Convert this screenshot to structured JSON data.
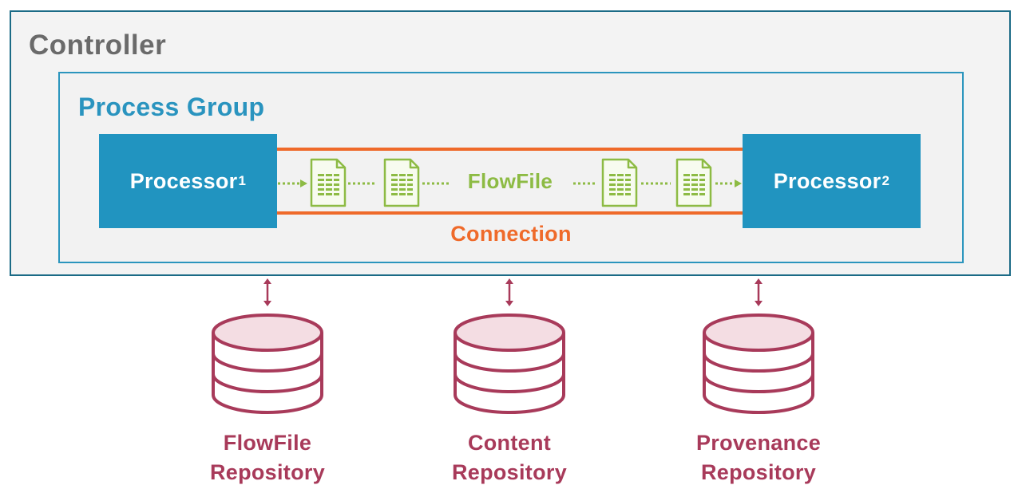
{
  "controller": {
    "title": "Controller"
  },
  "process_group": {
    "title": "Process Group"
  },
  "processors": [
    {
      "label": "Processor",
      "subscript": "1"
    },
    {
      "label": "Processor",
      "subscript": "2"
    }
  ],
  "connection": {
    "label": "Connection"
  },
  "flowfile": {
    "label": "FlowFile"
  },
  "repositories": [
    {
      "line1": "FlowFile",
      "line2": "Repository"
    },
    {
      "line1": "Content",
      "line2": "Repository"
    },
    {
      "line1": "Provenance",
      "line2": "Repository"
    }
  ],
  "colors": {
    "controller_border": "#1b6b86",
    "process_group": "#2a94bf",
    "processor_fill": "#2194c0",
    "connection": "#ef6a2a",
    "flowfile": "#8dbb44",
    "repository": "#a83a5a"
  },
  "icons": {
    "document": "document-icon",
    "database": "database-icon",
    "bidirectional_arrow": "double-arrow-icon"
  }
}
